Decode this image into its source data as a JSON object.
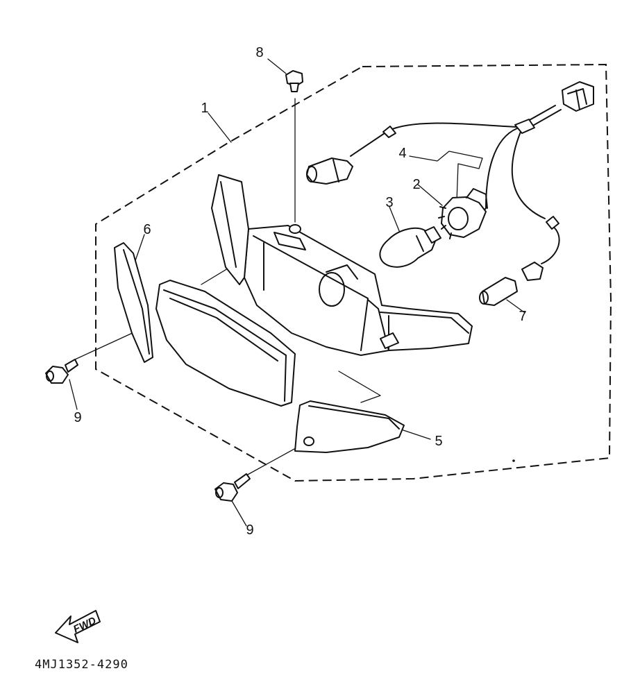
{
  "labels": {
    "p1": "1",
    "p2": "2",
    "p3": "3",
    "p4": "4",
    "p5": "5",
    "p6": "6",
    "p7": "7",
    "p8": "8",
    "p9a": "9",
    "p9b": "9"
  },
  "direction_arrow": "FWD",
  "diagram_code": "4MJ1352-4290"
}
